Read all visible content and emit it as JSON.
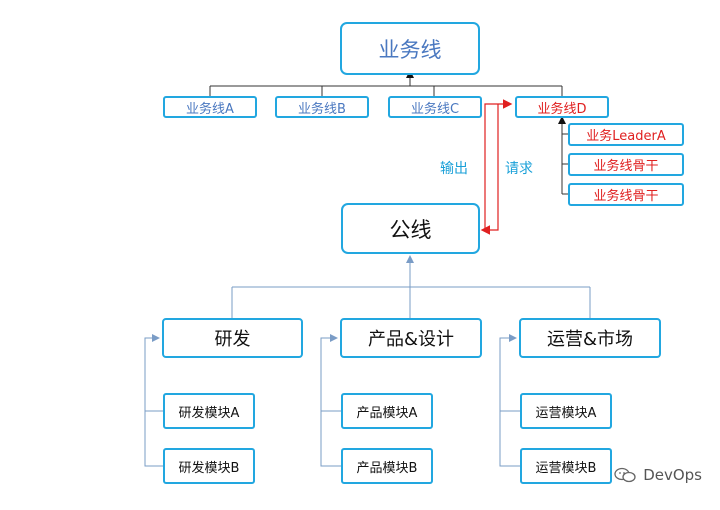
{
  "top": {
    "title": "业务线"
  },
  "business_lines": [
    "业务线A",
    "业务线B",
    "业务线C",
    "业务线D"
  ],
  "line_d_children": [
    "业务LeaderA",
    "业务线骨干",
    "业务线骨干"
  ],
  "arrows": {
    "output": "输出",
    "request": "请求"
  },
  "public": {
    "title": "公线"
  },
  "departments": [
    {
      "name": "研发",
      "modules": [
        "研发模块A",
        "研发模块B"
      ]
    },
    {
      "name": "产品&设计",
      "modules": [
        "产品模块A",
        "产品模块B"
      ]
    },
    {
      "name": "运营&市场",
      "modules": [
        "运营模块A",
        "运营模块B"
      ]
    }
  ],
  "watermark": {
    "text": "DevOps"
  },
  "colors": {
    "border": "#22a7e0",
    "red": "#e02020",
    "line": "#7a9cc6"
  }
}
